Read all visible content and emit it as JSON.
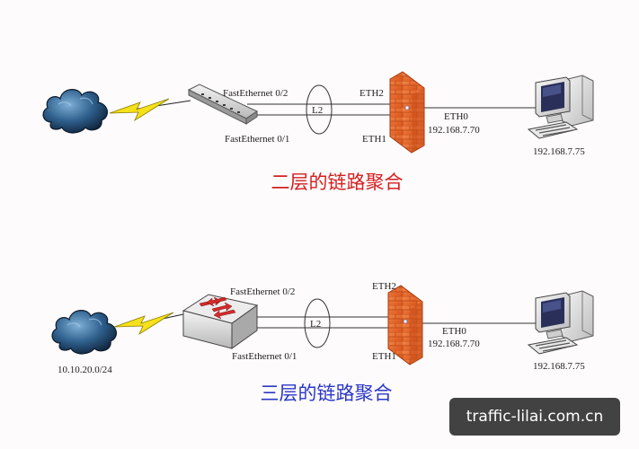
{
  "colors": {
    "title_top": "#d41f1f",
    "title_bottom": "#2a36c6",
    "firewall": "#e8692a"
  },
  "top": {
    "title": "二层的链路聚合",
    "port_upper": "FastEthernet 0/2",
    "port_lower": "FastEthernet 0/1",
    "agg_label": "L2",
    "eth_upper": "ETH2",
    "eth_lower": "ETH1",
    "eth0": "ETH0",
    "fw_ip": "192.168.7.70",
    "pc_ip": "192.168.7.75"
  },
  "bottom": {
    "title": "三层的链路聚合",
    "port_upper": "FastEthernet 0/2",
    "port_lower": "FastEthernet 0/1",
    "agg_label": "L2",
    "eth_upper": "ETH2",
    "eth_lower": "ETH1",
    "eth0": "ETH0",
    "fw_ip": "192.168.7.70",
    "pc_ip": "192.168.7.75",
    "subnet": "10.10.20.0/24"
  },
  "icons": {
    "cloud": "cloud-icon",
    "lightning": "lightning-icon",
    "l2_switch": "switch-icon",
    "l3_switch": "router-switch-icon",
    "firewall": "firewall-icon",
    "pc": "computer-icon"
  },
  "watermark": "traffic-lilai.com.cn"
}
